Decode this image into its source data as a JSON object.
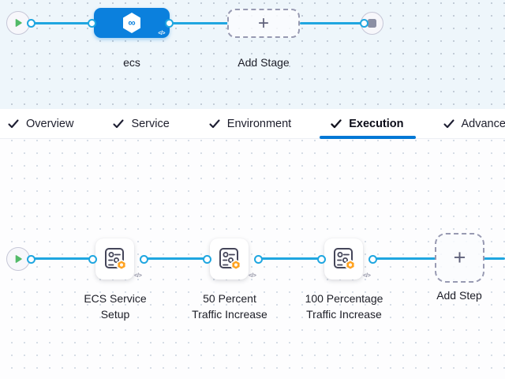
{
  "pipeline": {
    "stage_graph": {
      "stage": {
        "name": "ecs",
        "icon_glyph": "∞",
        "code_toggle": "</>"
      },
      "add_stage": {
        "label": "Add Stage",
        "plus": "+"
      },
      "icons": {
        "start": "play-icon",
        "end": "stop-icon",
        "stage": "harness-infinity-hexagon-icon"
      }
    },
    "tab_bar": {
      "tabs": [
        {
          "label": "Overview",
          "checked": true,
          "active": false
        },
        {
          "label": "Service",
          "checked": true,
          "active": false
        },
        {
          "label": "Environment",
          "checked": true,
          "active": false
        },
        {
          "label": "Execution",
          "checked": true,
          "active": true
        },
        {
          "label": "Advanced",
          "checked": true,
          "active": false
        }
      ]
    },
    "execution_graph": {
      "steps": [
        {
          "line1": "ECS Service",
          "line2": "Setup"
        },
        {
          "line1": "50 Percent",
          "line2": "Traffic Increase"
        },
        {
          "line1": "100 Percentage",
          "line2": "Traffic Increase"
        }
      ],
      "code_toggle": "</>",
      "add_step": {
        "label": "Add Step",
        "plus": "+"
      },
      "icons": {
        "start": "play-icon",
        "step": "service-config-sliders-icon",
        "badge": "aws-orange-hexagon-badge"
      }
    },
    "colors": {
      "edge_blue": "#1fa6e0",
      "stage_blue": "#0b80dd",
      "tab_underline_blue": "#0278d5",
      "badge_orange": "#ffa21f",
      "play_green": "#52ba68",
      "stop_gray": "#8b8fa4"
    }
  }
}
